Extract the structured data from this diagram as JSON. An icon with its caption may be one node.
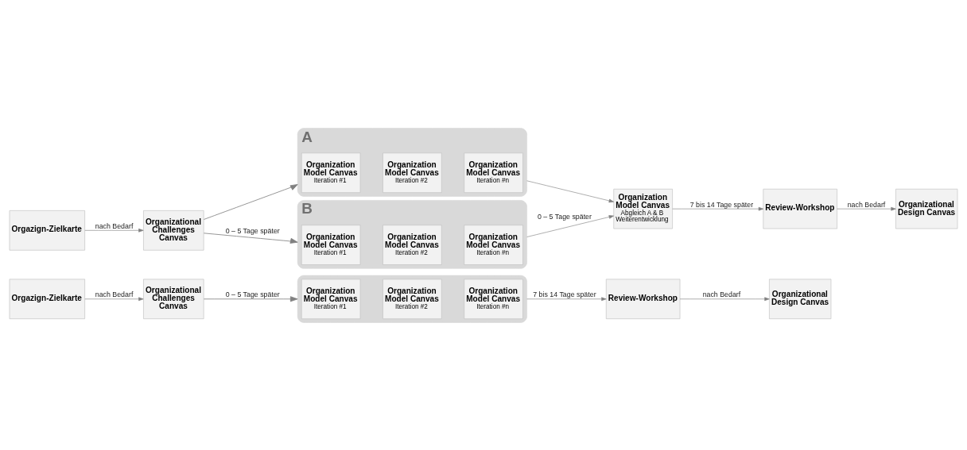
{
  "diagram": {
    "nodes": [
      {
        "text": [
          "Orgazign-Zielkarte"
        ]
      },
      {
        "text": [
          "Organizational Challenges Canvas"
        ]
      },
      {
        "text": [],
        "shape": "box"
      },
      {
        "text": [
          "Organization Model Canvas",
          "Iteration #1"
        ],
        "in": 2
      },
      {
        "text": [
          "Organization Model Canvas",
          "Iteration #2"
        ],
        "in": 2
      },
      {
        "text": [
          "Organization Model Canvas",
          "Iteration #n"
        ],
        "in": 2
      },
      {
        "text": [
          "Review-Workshop"
        ]
      },
      {
        "text": [
          "Organizational Design Canvas"
        ]
      },
      {
        "text": [
          "Orgazign-Zielkarte"
        ]
      },
      {
        "text": [
          "Organizational Challenges Canvas"
        ]
      },
      {
        "text": [
          "A"
        ]
      },
      {
        "text": [
          "Organization Model Canvas",
          "Iteration #1"
        ],
        "in": 10
      },
      {
        "text": [
          "Organization Model Canvas",
          "Iteration #2"
        ],
        "in": 10
      },
      {
        "text": [
          "Organization Model Canvas",
          "Iteration #n"
        ],
        "in": 10
      },
      {
        "text": [
          "B"
        ]
      },
      {
        "text": [
          "Organization Model Canvas",
          "Iteration #1"
        ],
        "in": 14
      },
      {
        "text": [
          "Organization Model Canvas",
          "Iteration #2"
        ],
        "in": 14
      },
      {
        "text": [
          "Organization Model Canvas",
          "Iteration #n"
        ],
        "in": 14
      },
      {
        "text": [
          "Organization Model Canvas",
          "Abgleich A & B Weiterentwicklung"
        ]
      },
      {
        "text": [
          "Review-Workshop"
        ]
      },
      {
        "text": [
          "Organizational Design Canvas"
        ]
      }
    ],
    "edges": [
      {
        "from": 0,
        "to": 1,
        "arrow": "to",
        "label": "nach Bedarf"
      },
      {
        "from": 1,
        "to": 2,
        "arrow": "to",
        "label": "0 – 5 Tage später"
      },
      {
        "from": 2,
        "to": 6,
        "arrow": "to",
        "label": "7 bis 14 Tage später"
      },
      {
        "from": 6,
        "to": 7,
        "arrow": "to",
        "label": "nach Bedarf"
      },
      {
        "from": 8,
        "to": 9,
        "arrow": "to",
        "label": "nach Bedarf"
      },
      {
        "from": 9,
        "to": 10,
        "arrow": "to"
      },
      {
        "from": 9,
        "to": 14,
        "arrow": "to",
        "label": "0 – 5 Tage später"
      },
      {
        "from": 10,
        "to": 18,
        "arrow": "to"
      },
      {
        "from": 14,
        "to": 18,
        "arrow": "to",
        "label": "0 – 5 Tage später"
      },
      {
        "from": 18,
        "to": 19,
        "arrow": "to",
        "label": "7 bis 14 Tage später"
      },
      {
        "from": 19,
        "to": 20,
        "arrow": "to",
        "label": "nach Bedarf"
      }
    ]
  }
}
